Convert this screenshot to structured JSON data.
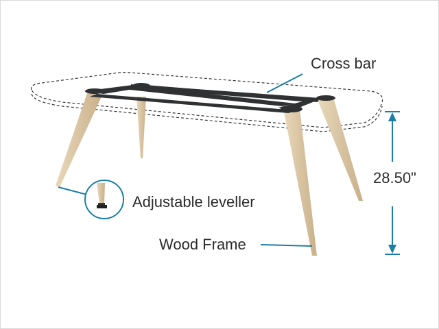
{
  "labels": {
    "cross_bar": "Cross bar",
    "leveller": "Adjustable leveller",
    "wood_frame": "Wood Frame",
    "height": "28.50\""
  },
  "colors": {
    "accent": "#1a7ea6",
    "wood": "#dcc7a2",
    "steel": "#2f3133"
  }
}
